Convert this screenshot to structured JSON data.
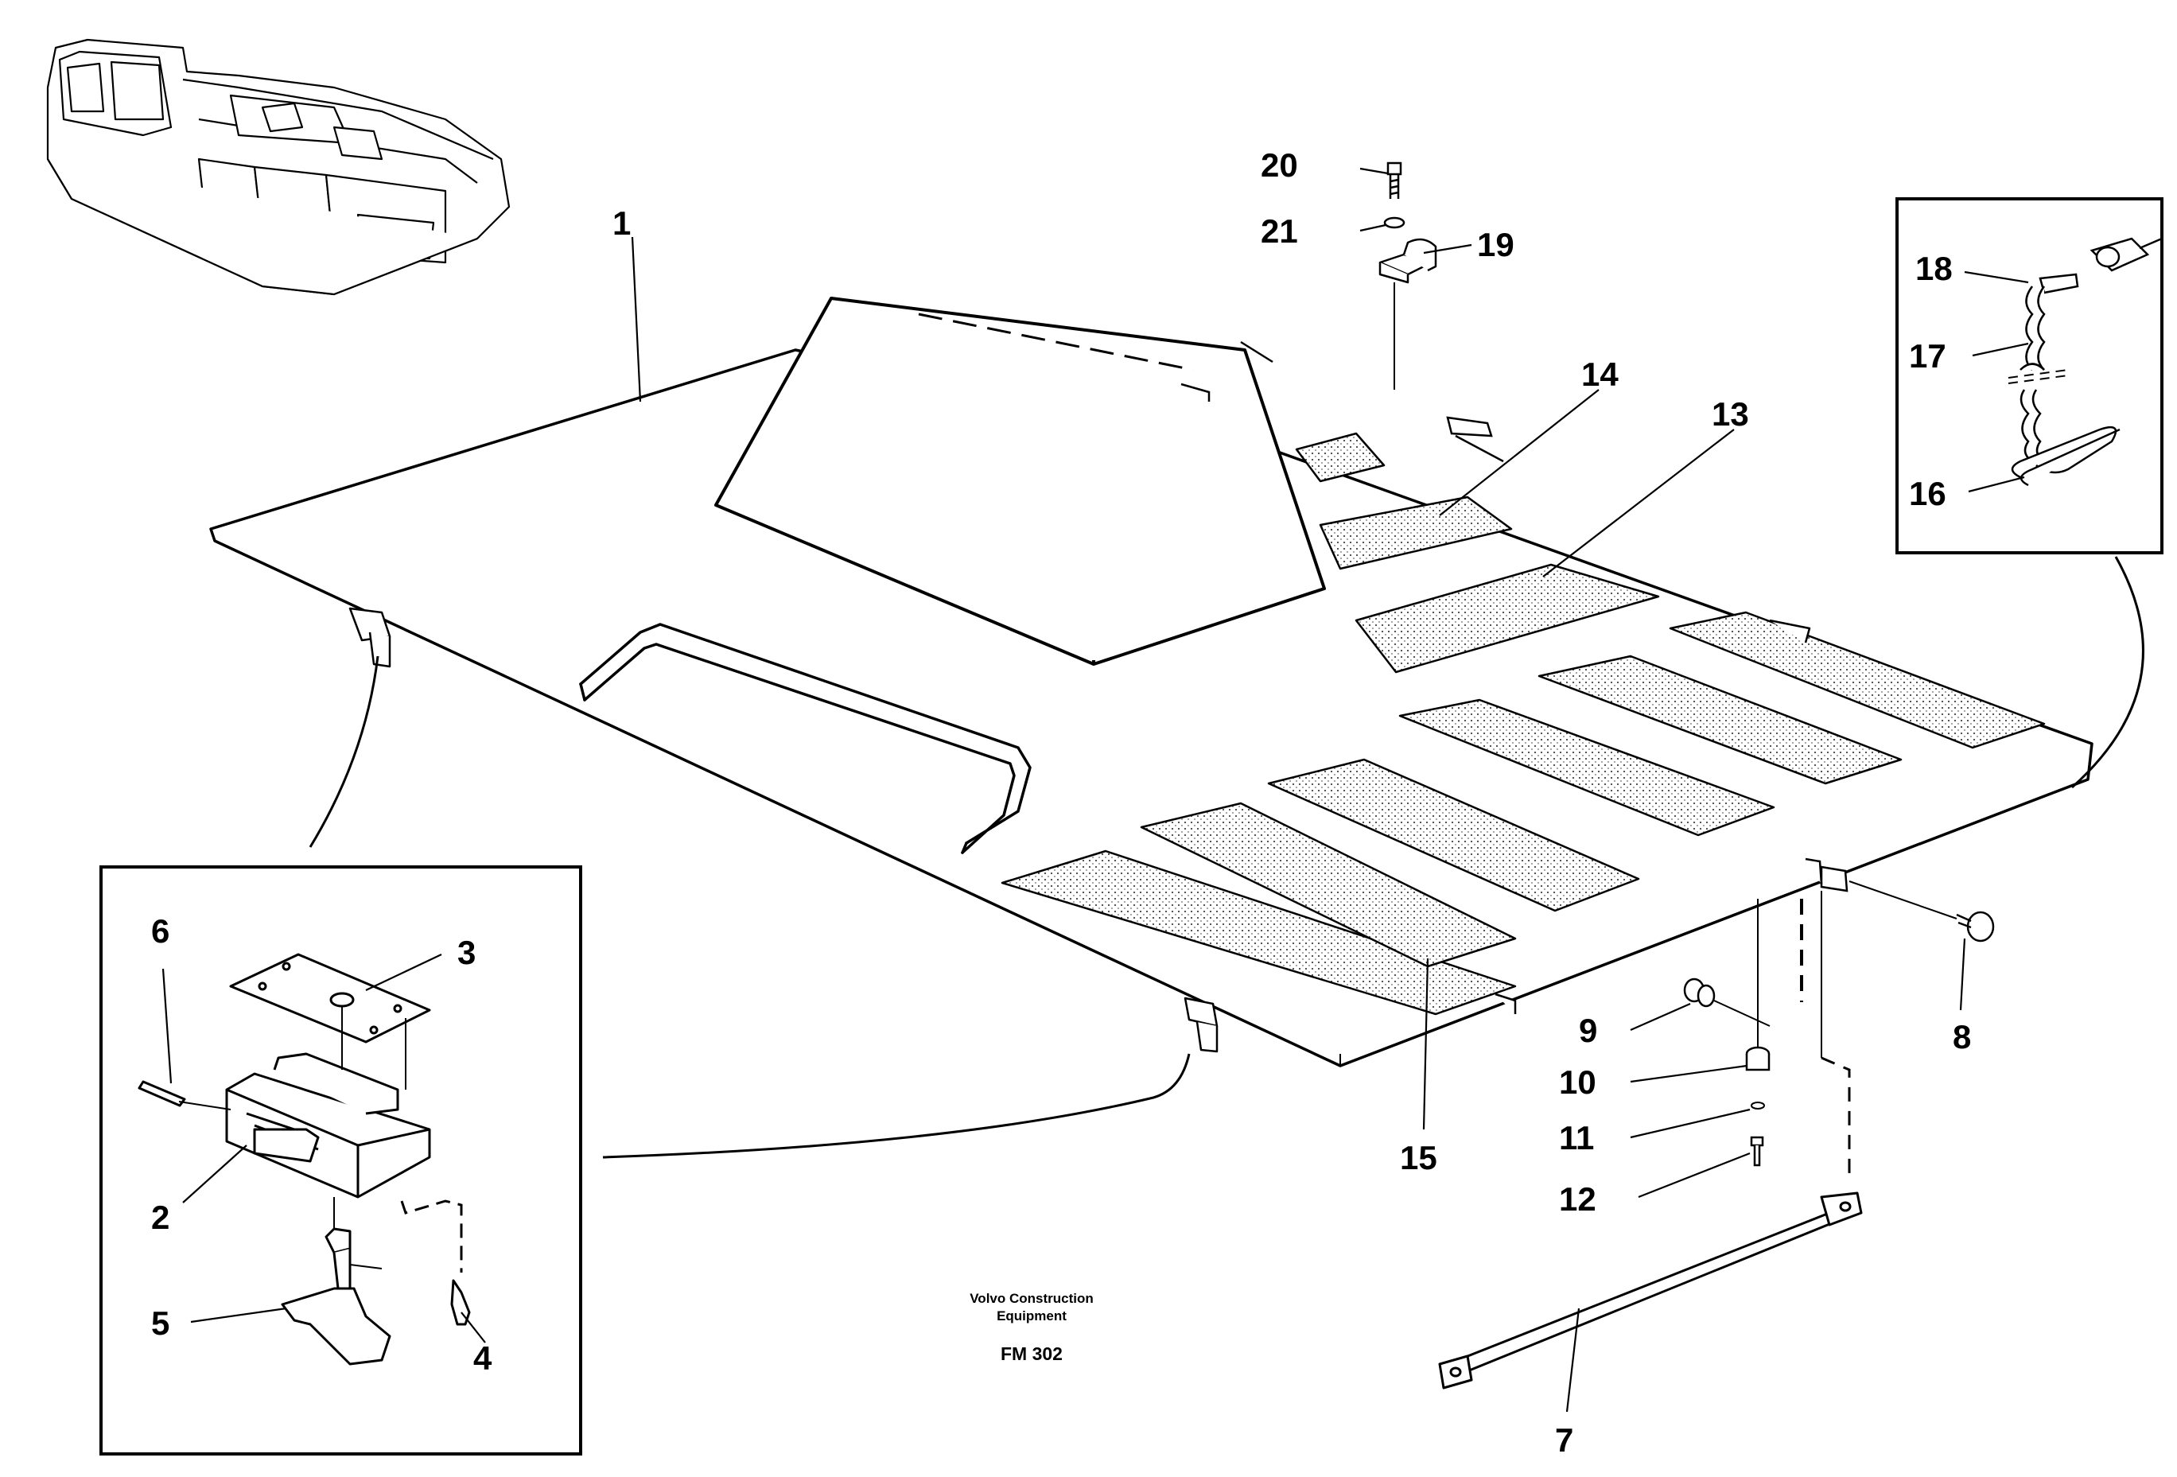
{
  "diagram": {
    "brand_line1": "Volvo Construction",
    "brand_line2": "Equipment",
    "figure_code": "FM 302"
  },
  "callouts": {
    "c1": "1",
    "c2": "2",
    "c3": "3",
    "c4": "4",
    "c5": "5",
    "c6": "6",
    "c7": "7",
    "c8": "8",
    "c9": "9",
    "c10": "10",
    "c11": "11",
    "c12": "12",
    "c13": "13",
    "c14": "14",
    "c15": "15",
    "c16": "16",
    "c17": "17",
    "c18": "18",
    "c19": "19",
    "c20": "20",
    "c21": "21"
  }
}
